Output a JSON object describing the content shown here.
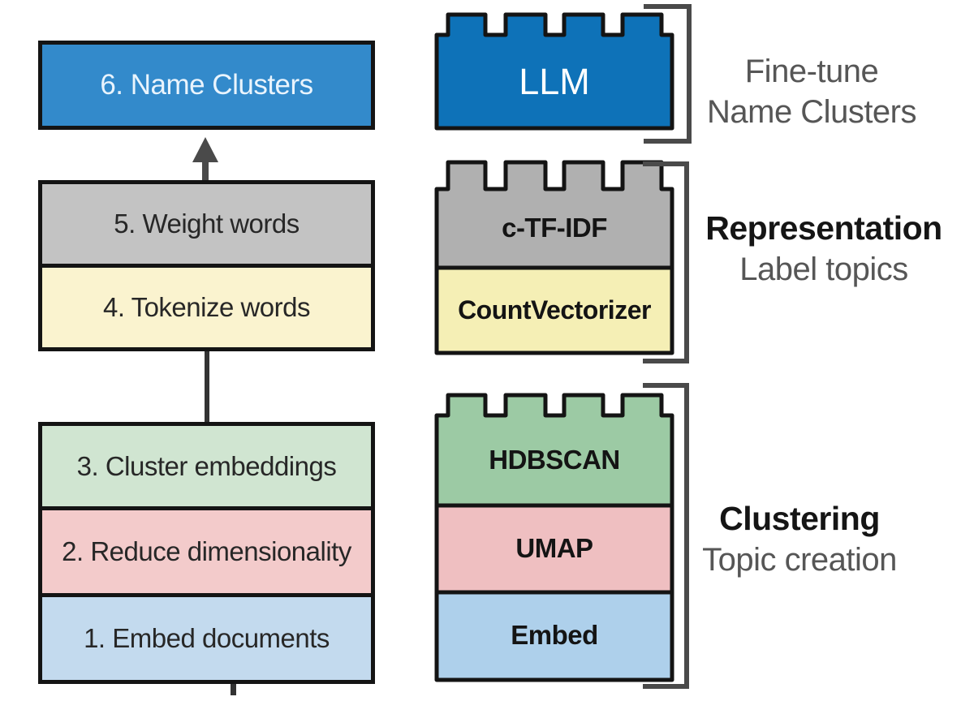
{
  "pipeline": {
    "steps": [
      {
        "label": "6. Name Clusters",
        "color": "#338acb",
        "text_color": "#e9f4fd"
      },
      {
        "label": "5. Weight words",
        "color": "#c3c3c3",
        "text_color": "#272727"
      },
      {
        "label": "4. Tokenize words",
        "color": "#faf3cf",
        "text_color": "#272727"
      },
      {
        "label": "3. Cluster embeddings",
        "color": "#d0e5d1",
        "text_color": "#272727"
      },
      {
        "label": "2. Reduce dimensionality",
        "color": "#f3cbcb",
        "text_color": "#272727"
      },
      {
        "label": "1. Embed documents",
        "color": "#c3daee",
        "text_color": "#272727"
      }
    ],
    "bricks": [
      {
        "label": "LLM",
        "color": "#0e72b8",
        "text_color": "#ffffff"
      },
      {
        "label": "c-TF-IDF",
        "color": "#b0b0b0",
        "text_color": "#141414"
      },
      {
        "label": "CountVectorizer",
        "color": "#f5efb5",
        "text_color": "#141414"
      },
      {
        "label": "HDBSCAN",
        "color": "#9ccaa4",
        "text_color": "#141414"
      },
      {
        "label": "UMAP",
        "color": "#efbfc1",
        "text_color": "#141414"
      },
      {
        "label": "Embed",
        "color": "#aed0eb",
        "text_color": "#141414"
      }
    ],
    "groups": [
      {
        "title": "Fine-tune",
        "subtitle": "Name Clusters",
        "title_color": "#565656",
        "subtitle_color": "#565656"
      },
      {
        "title": "Representation",
        "subtitle": "Label topics",
        "title_color": "#151515",
        "subtitle_color": "#565656"
      },
      {
        "title": "Clustering",
        "subtitle": "Topic creation",
        "title_color": "#151515",
        "subtitle_color": "#565656"
      }
    ],
    "colors": {
      "background": "#ffffff",
      "border": "#141414",
      "bracket": "#4a4a4a",
      "arrow": "#4a4a4a",
      "connector": "#333333"
    }
  }
}
